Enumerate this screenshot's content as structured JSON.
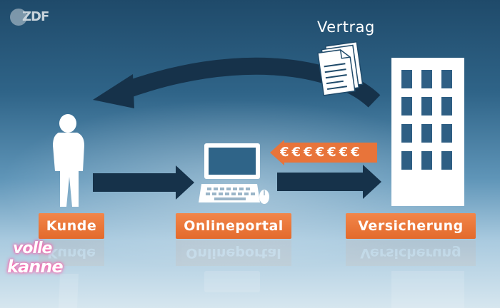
{
  "broadcaster_logo": "ZDF",
  "contract": {
    "label": "Vertrag"
  },
  "payment": {
    "symbols": "€€€€€€€"
  },
  "nodes": {
    "customer": {
      "label": "Kunde"
    },
    "portal": {
      "label": "Onlineportal"
    },
    "insurer": {
      "label": "Versicherung"
    }
  },
  "show_logo": {
    "line1": "volle",
    "line2": "kanne"
  },
  "colors": {
    "accent_orange": "#e8743a",
    "arrow_dark": "#16324a",
    "icon_white": "#ffffff"
  }
}
